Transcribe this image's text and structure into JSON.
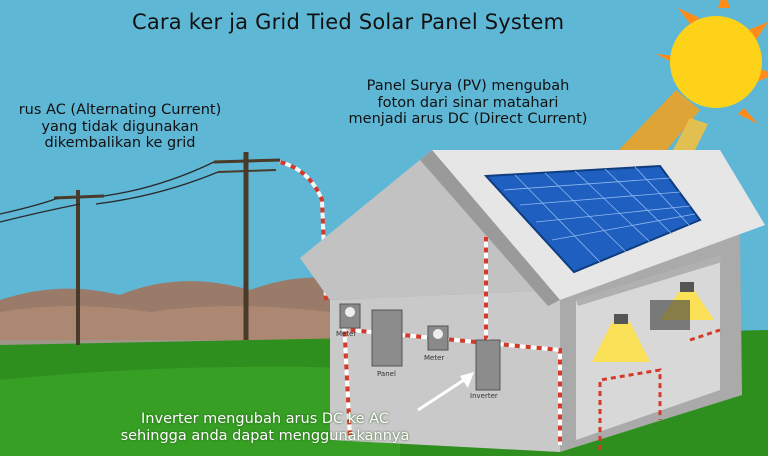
{
  "title": "Cara ker ja Grid Tied Solar Panel System",
  "ac_note": {
    "line1": "rus AC (Alternating Current)",
    "line2": "yang tidak digunakan",
    "line3": "dikembalikan ke grid"
  },
  "pv_note": {
    "line1": "Panel Surya (PV) mengubah",
    "line2": "foton dari sinar matahari",
    "line3": "menjadi arus DC (Direct Current)"
  },
  "inverter_note": {
    "line1": "Inverter mengubah arus DC ke AC",
    "line2": "sehingga anda dapat menggunakannya"
  },
  "component_labels": {
    "meter1": "Meter",
    "panel": "Panel",
    "meter2": "Meter",
    "inverter": "Inverter"
  },
  "colors": {
    "sky": "#5fb7d6",
    "grass": "#2e8f1e",
    "house_wall": "#c9c9c9",
    "roof": "#e6e6e6",
    "solar_panel": "#1f5fbf",
    "sun": "#ffd21a",
    "sunbeam": "#f5a11a",
    "wire_red": "#d43a2a"
  },
  "icons": [
    "sun-icon",
    "utility-pole-icon",
    "solar-panel-icon",
    "meter-icon",
    "inverter-icon",
    "lamp-icon"
  ]
}
